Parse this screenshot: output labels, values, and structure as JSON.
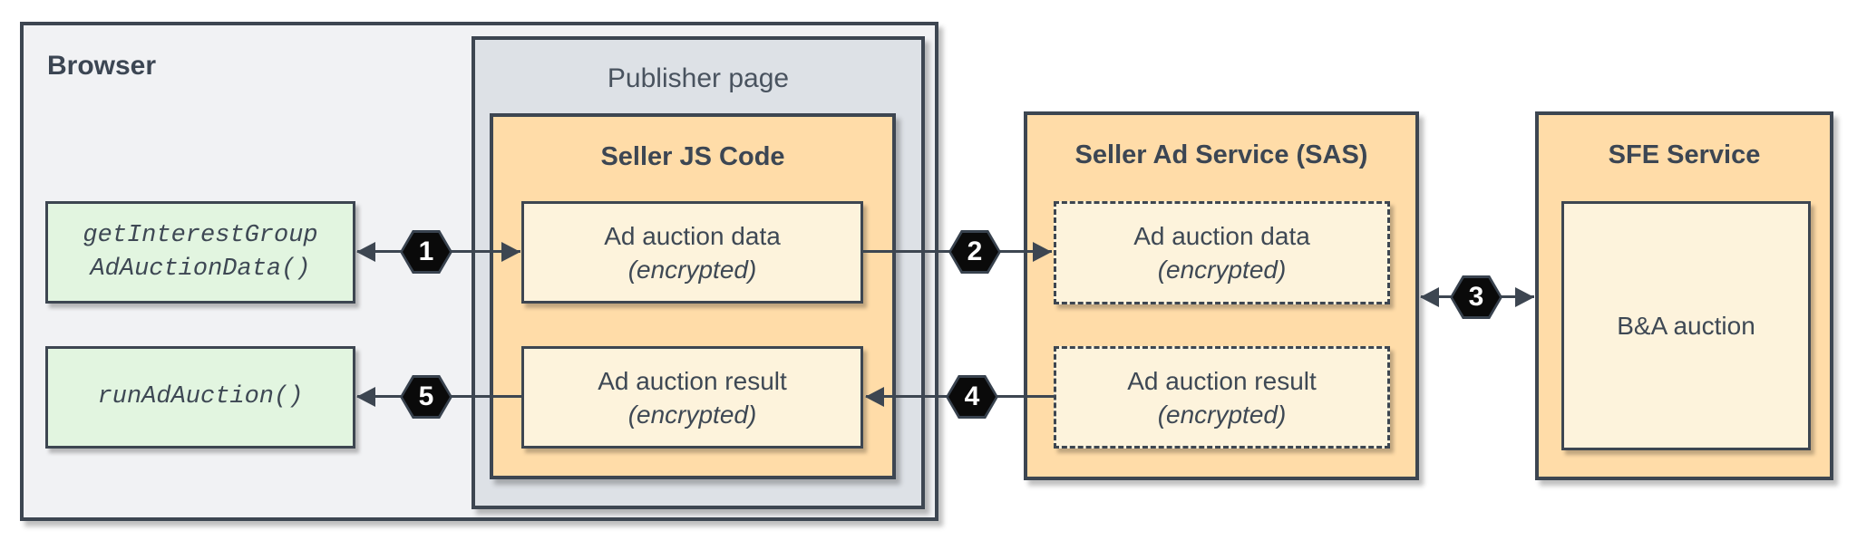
{
  "colors": {
    "canvas_bg": "#ffffff",
    "browser_bg": "#f1f2f4",
    "publisher_bg": "#dde1e6",
    "service_bg": "#ffdca8",
    "item_bg": "#fdf3dc",
    "code_bg": "#e2f5e0",
    "border": "#3d4651",
    "hexagon_fill": "#0a0a0a",
    "hexagon_number": "#ffffff",
    "text": "#3c4653"
  },
  "browser": {
    "title": "Browser",
    "calls": [
      {
        "line1": "getInterestGroup",
        "line2": "AdAuctionData()"
      },
      {
        "line1": "runAdAuction()"
      }
    ]
  },
  "publisher": {
    "title": "Publisher page"
  },
  "seller_js": {
    "title": "Seller JS Code",
    "items": [
      {
        "line1": "Ad auction data",
        "line2": "(encrypted)"
      },
      {
        "line1": "Ad auction result",
        "line2": "(encrypted)"
      }
    ]
  },
  "sas": {
    "title": "Seller Ad Service (SAS)",
    "items": [
      {
        "line1": "Ad auction data",
        "line2": "(encrypted)"
      },
      {
        "line1": "Ad auction result",
        "line2": "(encrypted)"
      }
    ]
  },
  "sfe": {
    "title": "SFE Service",
    "auction_label": "B&A auction"
  },
  "steps": [
    "1",
    "2",
    "3",
    "4",
    "5"
  ]
}
